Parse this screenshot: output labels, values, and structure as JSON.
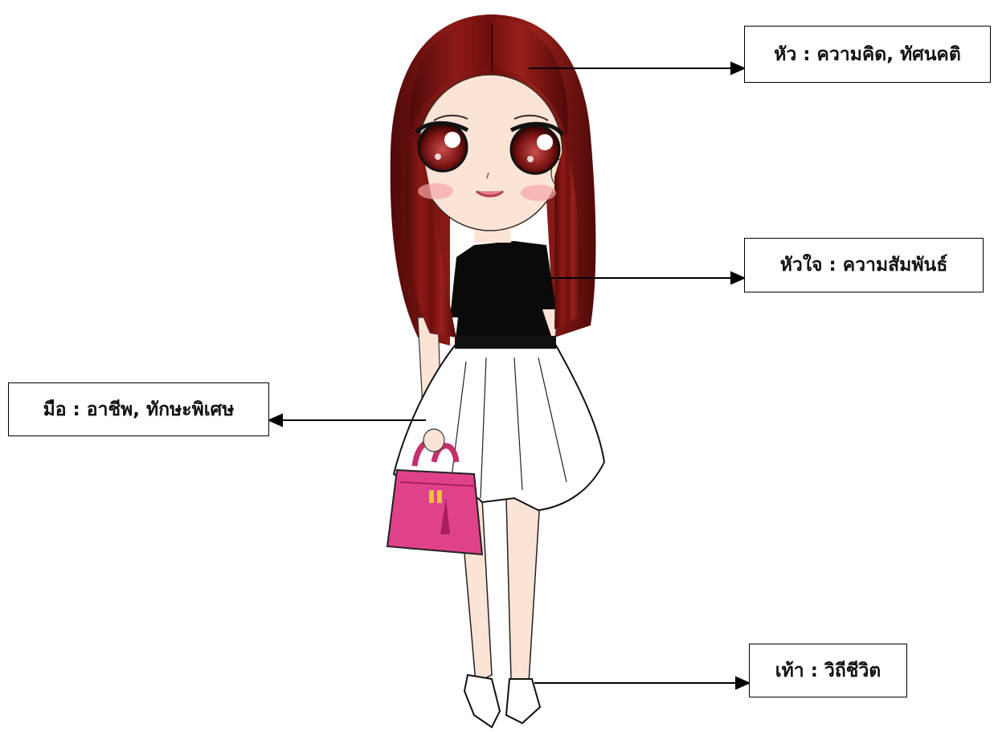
{
  "labels": {
    "head": "หัว : ความคิด, ทัศนคติ",
    "heart": "หัวใจ : ความสัมพันธ์",
    "hands": "มือ : อาชีพ, ทักษะพิเศษ",
    "feet": "เท้า : วิถีชีวิต"
  },
  "colors": {
    "hair": "#6e0f0f",
    "hair_highlight": "#a3221d",
    "skin": "#fbe3d6",
    "top": "#0a0a0a",
    "skirt": "#ffffff",
    "bag": "#e0428a",
    "line": "#000000"
  }
}
